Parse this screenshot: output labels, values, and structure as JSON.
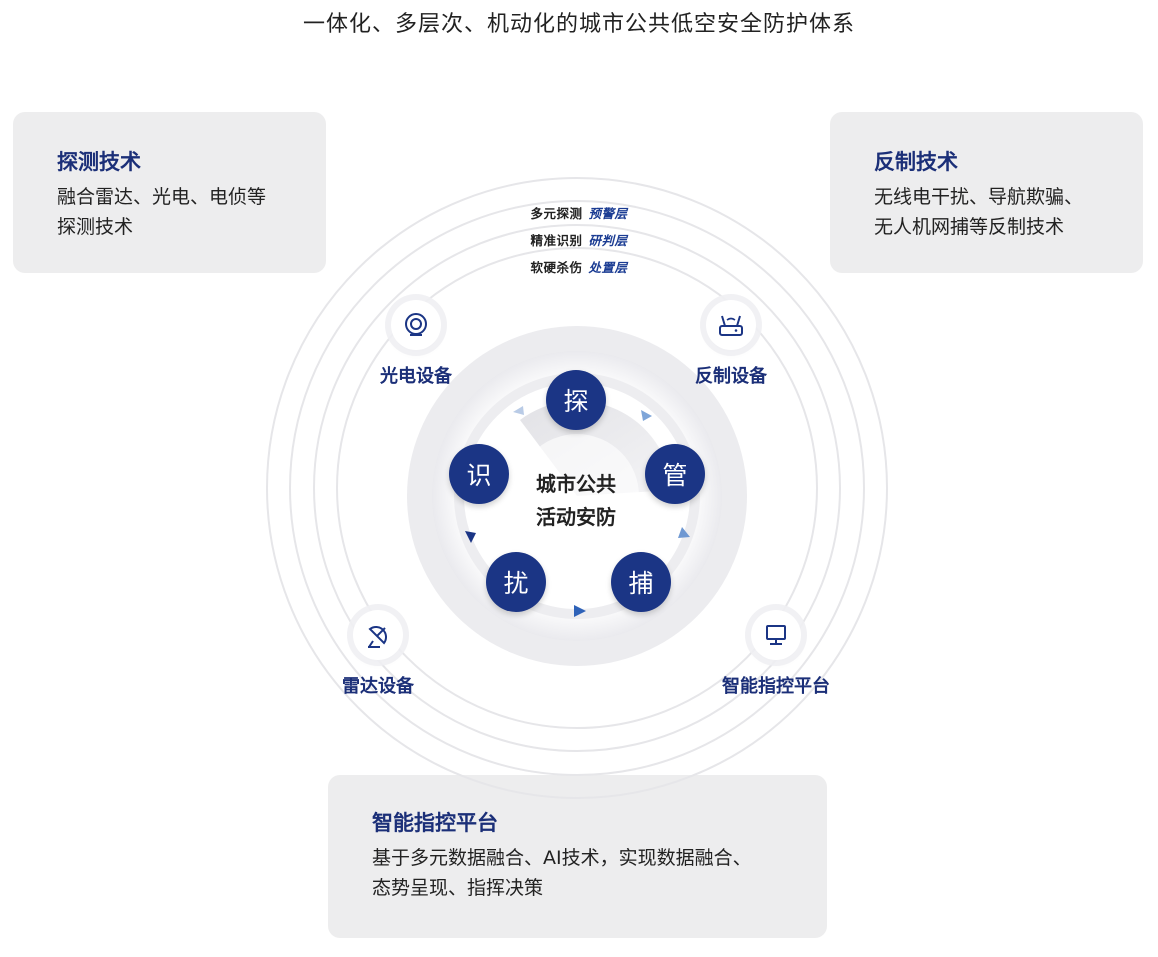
{
  "page_title": "一体化、多层次、机动化的城市公共低空安全防护体系",
  "boxes": {
    "detect": {
      "title": "探测技术",
      "text": "融合雷达、光电、电侦等\n探测技术"
    },
    "counter": {
      "title": "反制技术",
      "text": "无线电干扰、导航欺骗、\n无人机网捕等反制技术"
    },
    "platform": {
      "title": "智能指控平台",
      "text": "基于多元数据融合、AI技术，实现数据融合、\n态势呈现、指挥决策"
    }
  },
  "layers": [
    {
      "desc": "多元探测",
      "name": "预警层"
    },
    {
      "desc": "精准识别",
      "name": "研判层"
    },
    {
      "desc": "软硬杀伤",
      "name": "处置层"
    }
  ],
  "devices": {
    "optical": {
      "label": "光电设备",
      "icon": "camera-icon"
    },
    "countermeasure": {
      "label": "反制设备",
      "icon": "router-icon"
    },
    "radar": {
      "label": "雷达设备",
      "icon": "radar-dish-icon"
    },
    "platform": {
      "label": "智能指控平台",
      "icon": "monitor-icon"
    }
  },
  "center": {
    "line1": "城市公共",
    "line2": "活动安防"
  },
  "cycle_nodes": [
    "探",
    "管",
    "捕",
    "扰",
    "识"
  ],
  "colors": {
    "accent": "#1b3585",
    "box_bg": "#ededee",
    "arrow": "#5b8fd0"
  }
}
